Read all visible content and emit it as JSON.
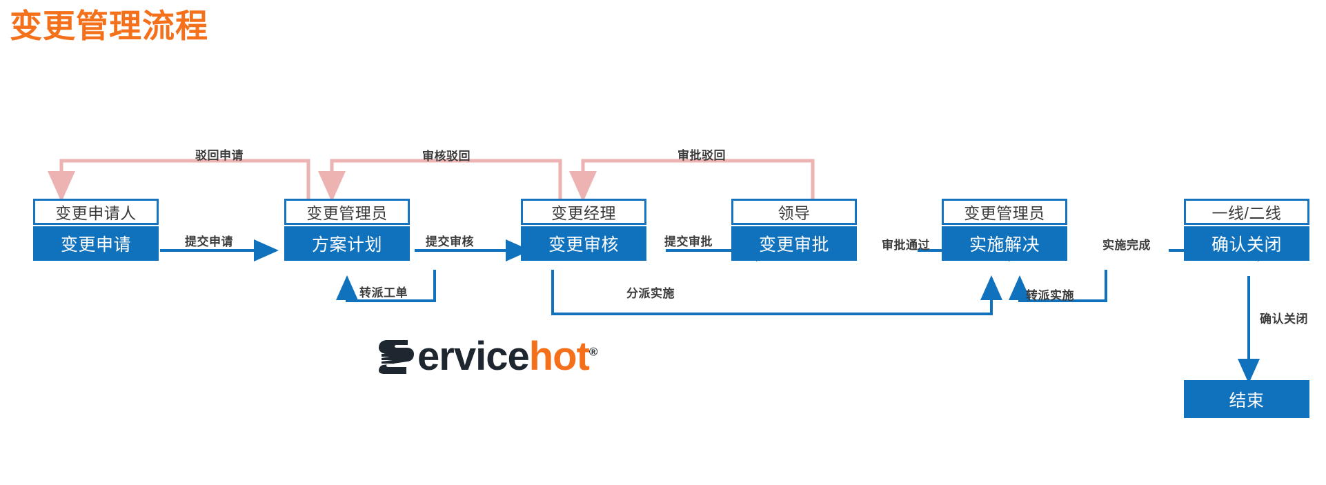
{
  "page": {
    "title": "变更管理流程",
    "title_color": "#F4701B",
    "background": "#FFFFFF"
  },
  "theme": {
    "node_fill": "#1071BD",
    "node_border": "#1673C0",
    "role_text": "#3A3A3A",
    "stage_text": "#FFFFFF",
    "flow_arrow": "#1071BD",
    "reject_arrow": "#EDB2B2",
    "label_text": "#3B3B3B"
  },
  "nodes": [
    {
      "id": "applicant",
      "role": "变更申请人",
      "stage": "变更申请"
    },
    {
      "id": "manager1",
      "role": "变更管理员",
      "stage": "方案计划"
    },
    {
      "id": "chgmanager",
      "role": "变更经理",
      "stage": "变更审核"
    },
    {
      "id": "leader",
      "role": "领导",
      "stage": "变更审批"
    },
    {
      "id": "manager2",
      "role": "变更管理员",
      "stage": "实施解决"
    },
    {
      "id": "frontline",
      "role": "一线/二线",
      "stage": "确认关闭"
    },
    {
      "id": "end",
      "role": "",
      "stage": "结束"
    }
  ],
  "edges": [
    {
      "id": "submit-request",
      "label": "提交申请",
      "kind": "forward"
    },
    {
      "id": "submit-review",
      "label": "提交审核",
      "kind": "forward"
    },
    {
      "id": "submit-approval",
      "label": "提交审批",
      "kind": "forward"
    },
    {
      "id": "approval-passed",
      "label": "审批通过",
      "kind": "forward"
    },
    {
      "id": "implement-done",
      "label": "实施完成",
      "kind": "forward"
    },
    {
      "id": "confirm-close",
      "label": "确认关闭",
      "kind": "forward"
    },
    {
      "id": "reassign-ticket",
      "label": "转派工单",
      "kind": "loop"
    },
    {
      "id": "assign-implement",
      "label": "分派实施",
      "kind": "loop"
    },
    {
      "id": "reassign-impl",
      "label": "转派实施",
      "kind": "loop"
    },
    {
      "id": "reject-request",
      "label": "驳回申请",
      "kind": "reject"
    },
    {
      "id": "reject-review",
      "label": "审核驳回",
      "kind": "reject"
    },
    {
      "id": "reject-approval",
      "label": "审批驳回",
      "kind": "reject"
    }
  ],
  "logo": {
    "word_dark": "ervice",
    "word_orange": "hot",
    "registered": "®"
  }
}
